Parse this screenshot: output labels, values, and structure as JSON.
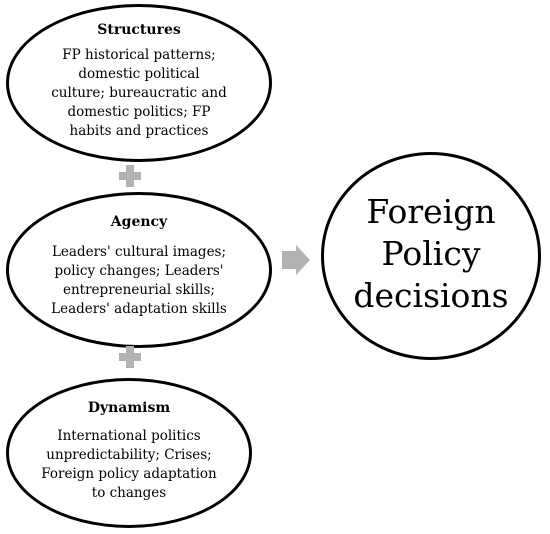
{
  "structures": {
    "title": "Structures",
    "body": "FP historical  patterns;\ndomestic political\nculture; bureaucratic and\ndomestic politics; FP\nhabits and practices"
  },
  "agency": {
    "title": "Agency",
    "body": "Leaders' cultural images;\npolicy changes; Leaders'\nentrepreneurial skills;\nLeaders' adaptation skills"
  },
  "dynamism": {
    "title": "Dynamism",
    "body": "International politics\nunpredictability; Crises;\nForeign policy adaptation\nto changes"
  },
  "outcome": {
    "text": "Foreign\nPolicy\ndecisions"
  },
  "colors": {
    "connector": "#b3b3b3",
    "outline": "#000000"
  },
  "icons": {
    "plus": "plus-icon",
    "arrow": "arrow-right-icon"
  }
}
